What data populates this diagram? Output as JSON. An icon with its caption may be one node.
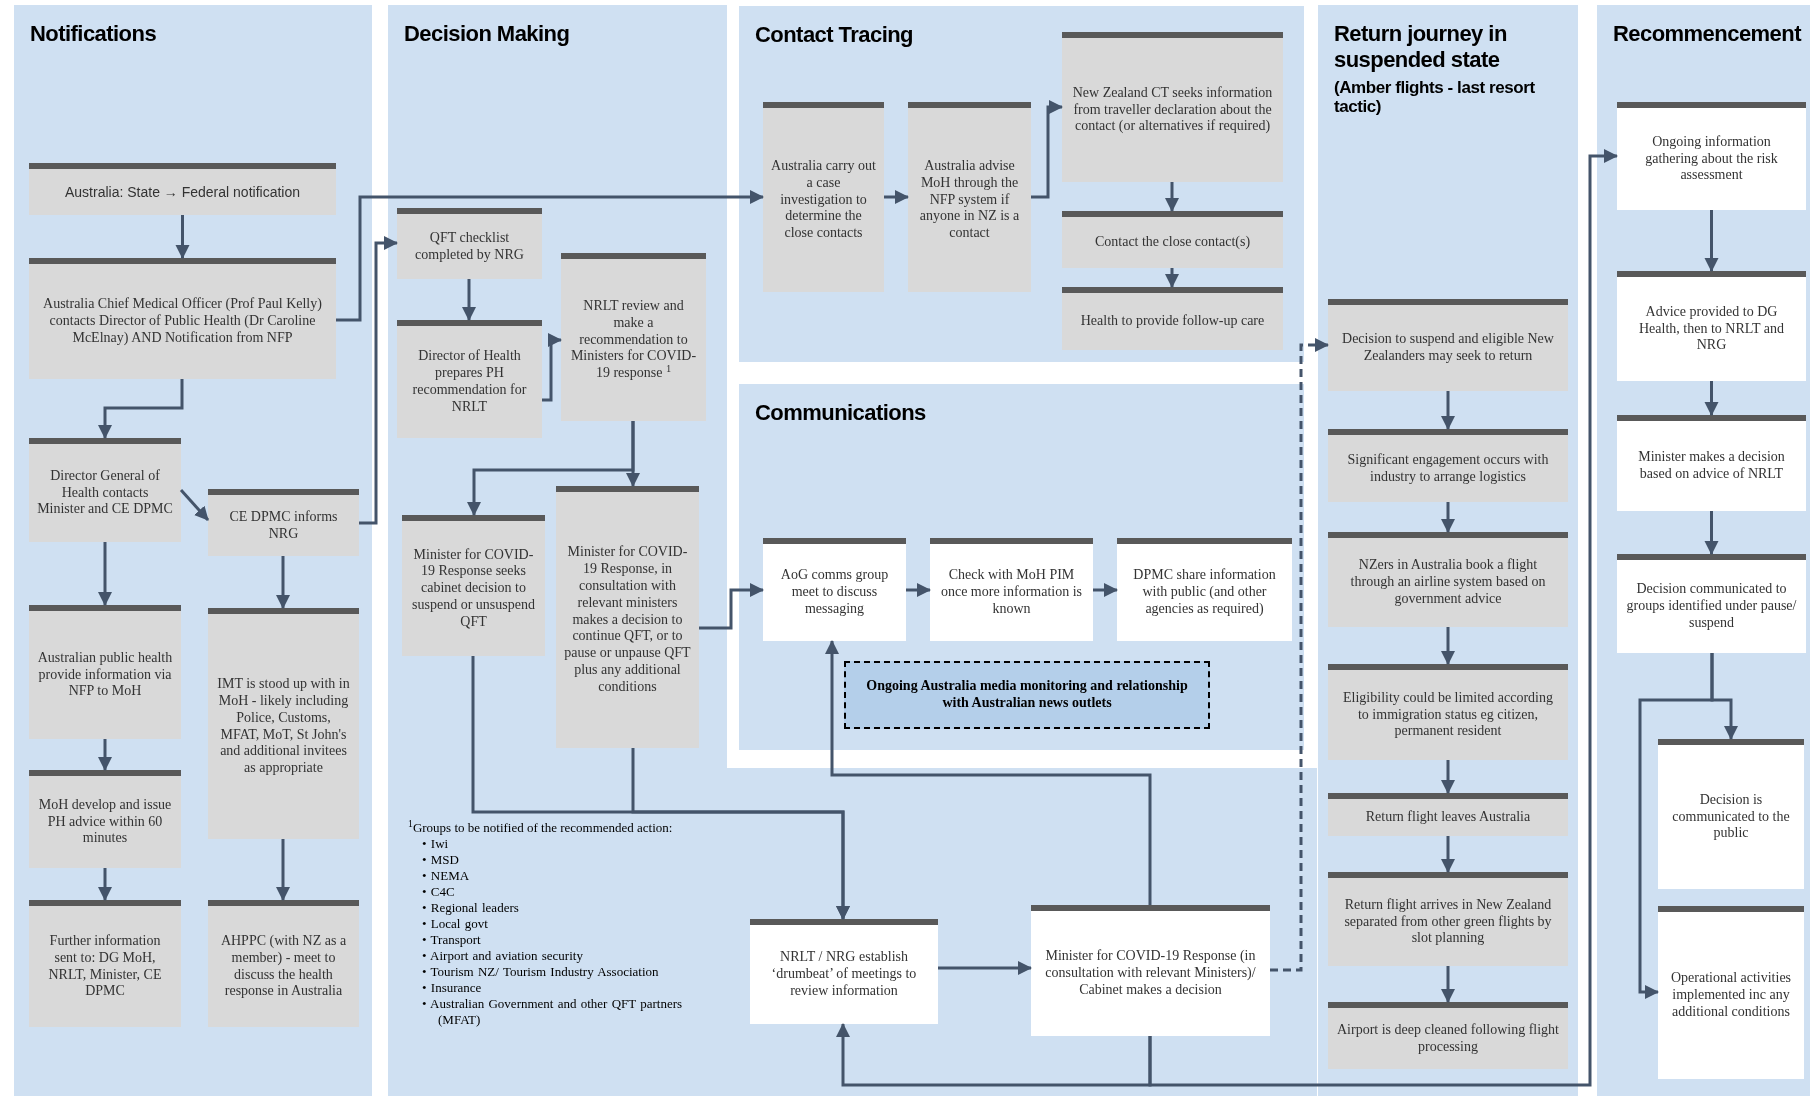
{
  "diagram": {
    "nodes": [
      {
        "text": [
          "Notifications"
        ]
      },
      {
        "text": [
          "Australia: State → Federal notification"
        ],
        "in": 0
      },
      {
        "text": [
          "Australia Chief Medical Officer (Prof Paul Kelly) contacts Director of Public Health (Dr Caroline McElnay) AND Notification from NFP"
        ],
        "in": 0
      },
      {
        "text": [
          "Director General of Health contacts Minister and CE DPMC"
        ],
        "in": 0
      },
      {
        "text": [
          "CE DPMC informs NRG"
        ],
        "in": 0
      },
      {
        "text": [
          "Australian public health provide information via NFP to MoH"
        ],
        "in": 0
      },
      {
        "text": [
          "IMT is stood up with in MoH - likely including Police, Customs, MFAT, MoT, St John's and additional invitees as appropriate"
        ],
        "in": 0
      },
      {
        "text": [
          "MoH develop and issue PH advice within 60 minutes"
        ],
        "in": 0
      },
      {
        "text": [
          "Further information sent to: DG MoH, NRLT, Minister, CE DPMC"
        ],
        "in": 0
      },
      {
        "text": [
          "AHPPC (with NZ as a member) - meet to discuss the health response in Australia"
        ],
        "in": 0
      },
      {
        "text": [
          "Decision Making"
        ]
      },
      {
        "text": [
          "QFT checklist completed by NRG"
        ],
        "in": 10
      },
      {
        "text": [
          "NRLT review and make a recommendation to Ministers for COVID-19 response $^{1}$"
        ],
        "in": 10
      },
      {
        "text": [
          "Director of Health prepares PH recommendation for NRLT"
        ],
        "in": 10
      },
      {
        "text": [
          "Minister for COVID-19 Response seeks cabinet decision to suspend or unsuspend QFT"
        ],
        "in": 10
      },
      {
        "text": [
          "Minister for COVID-19 Response, in consultation with relevant ministers makes a decision to continue QFT, or to pause or unpause QFT plus any additional conditions"
        ],
        "in": 10
      },
      {
        "text": [
          "Contact Tracing"
        ]
      },
      {
        "text": [
          "Australia carry out a case investigation to determine the close contacts"
        ],
        "in": 16
      },
      {
        "text": [
          "Australia advise MoH through the NFP system if anyone in NZ is a contact"
        ],
        "in": 16
      },
      {
        "text": [
          "New Zealand CT seeks information from traveller declaration about the contact (or alternatives if required)"
        ],
        "in": 16
      },
      {
        "text": [
          "Contact the close contact(s)"
        ],
        "in": 16
      },
      {
        "text": [
          "Health to provide follow-up care"
        ],
        "in": 16
      },
      {
        "text": [
          "Communications"
        ]
      },
      {
        "text": [
          "AoG comms group meet to discuss messaging"
        ],
        "in": 22
      },
      {
        "text": [
          "Check with MoH PIM once more information is known"
        ],
        "in": 22
      },
      {
        "text": [
          "DPMC share information with public (and other agencies as required)"
        ],
        "in": 22
      },
      {
        "text": [
          "Ongoing Australia media monitoring and relationship with Australian news outlets"
        ],
        "in": 22
      },
      {
        "text": [
          "NRLT / NRG establish ‘drumbeat’ of meetings to review information"
        ]
      },
      {
        "text": [
          "Minister for COVID-19 Response (in consultation with relevant Ministers)/ Cabinet makes a decision"
        ]
      },
      {
        "text": [
          "Return journey in suspended state",
          "(Amber flights - last resort tactic)"
        ]
      },
      {
        "text": [
          "Decision to suspend and eligible New Zealanders may seek to return"
        ],
        "in": 29
      },
      {
        "text": [
          "Significant engagement occurs with industry to arrange logistics"
        ],
        "in": 29
      },
      {
        "text": [
          "NZers in Australia book a flight through an airline system based on government advice"
        ],
        "in": 29
      },
      {
        "text": [
          "Eligibility could be limited according to immigration status eg citizen, permanent resident"
        ],
        "in": 29
      },
      {
        "text": [
          "Return flight leaves Australia"
        ],
        "in": 29
      },
      {
        "text": [
          "Return flight arrives in New Zealand separated from other green flights by slot planning"
        ],
        "in": 29
      },
      {
        "text": [
          "Airport is deep cleaned following flight processing"
        ],
        "in": 29
      },
      {
        "text": [
          "Recommencement"
        ]
      },
      {
        "text": [
          "Ongoing information gathering about the risk assessment"
        ],
        "in": 37
      },
      {
        "text": [
          "Advice provided to DG Health, then to NRLT and NRG"
        ],
        "in": 37
      },
      {
        "text": [
          "Minister makes a decision based on advice of NRLT"
        ],
        "in": 37
      },
      {
        "text": [
          "Decision communicated to groups identified under pause/ suspend"
        ],
        "in": 37
      },
      {
        "text": [
          "Decision is communicated to the public"
        ],
        "in": 37
      },
      {
        "text": [
          "Operational activities implemented inc any additional conditions"
        ],
        "in": 37
      }
    ],
    "edges": [
      {
        "from": 1,
        "to": 2,
        "arrow": "to"
      },
      {
        "from": 2,
        "to": 17,
        "arrow": "to"
      },
      {
        "from": 2,
        "to": 3,
        "arrow": "to"
      },
      {
        "from": 3,
        "to": 4,
        "arrow": "to"
      },
      {
        "from": 3,
        "to": 5,
        "arrow": "to"
      },
      {
        "from": 4,
        "to": 6,
        "arrow": "to"
      },
      {
        "from": 4,
        "to": 11,
        "arrow": "to"
      },
      {
        "from": 5,
        "to": 7,
        "arrow": "to"
      },
      {
        "from": 7,
        "to": 8,
        "arrow": "to"
      },
      {
        "from": 6,
        "to": 9,
        "arrow": "to"
      },
      {
        "from": 11,
        "to": 13,
        "arrow": "to"
      },
      {
        "from": 13,
        "to": 12,
        "arrow": "to"
      },
      {
        "from": 12,
        "to": 14,
        "arrow": "to"
      },
      {
        "from": 12,
        "to": 15,
        "arrow": "to"
      },
      {
        "from": 14,
        "to": 27,
        "arrow": "to"
      },
      {
        "from": 15,
        "to": 27,
        "arrow": "to"
      },
      {
        "from": 15,
        "to": 23,
        "arrow": "to"
      },
      {
        "from": 17,
        "to": 18,
        "arrow": "to"
      },
      {
        "from": 18,
        "to": 19,
        "arrow": "to"
      },
      {
        "from": 19,
        "to": 20,
        "arrow": "to"
      },
      {
        "from": 20,
        "to": 21,
        "arrow": "to"
      },
      {
        "from": 23,
        "to": 24,
        "arrow": "to"
      },
      {
        "from": 24,
        "to": 25,
        "arrow": "to"
      },
      {
        "from": 28,
        "to": 23,
        "arrow": "to"
      },
      {
        "from": 27,
        "to": 28,
        "arrow": "to"
      },
      {
        "from": 28,
        "to": 30,
        "arrow": "to",
        "style": "dashed"
      },
      {
        "from": 28,
        "to": 27,
        "arrow": "to"
      },
      {
        "from": 28,
        "to": 38,
        "arrow": "to"
      },
      {
        "from": 30,
        "to": 31,
        "arrow": "to"
      },
      {
        "from": 31,
        "to": 32,
        "arrow": "to"
      },
      {
        "from": 32,
        "to": 33,
        "arrow": "to"
      },
      {
        "from": 33,
        "to": 34,
        "arrow": "to"
      },
      {
        "from": 34,
        "to": 35,
        "arrow": "to"
      },
      {
        "from": 35,
        "to": 36,
        "arrow": "to"
      },
      {
        "from": 38,
        "to": 39,
        "arrow": "to"
      },
      {
        "from": 39,
        "to": 40,
        "arrow": "to"
      },
      {
        "from": 40,
        "to": 41,
        "arrow": "to"
      },
      {
        "from": 41,
        "to": 42,
        "arrow": "to"
      },
      {
        "from": 41,
        "to": 43,
        "arrow": "to"
      }
    ],
    "labels": [
      "$^{1}$Groups to be notified of the recommended action:",
      "• Iwi",
      "• MSD",
      "• NEMA",
      "• C4C",
      "• Regional leaders",
      "• Local govt",
      "• Transport",
      "• Airport and aviation security",
      "• Tourism NZ/ Tourism Industry Association",
      "• Insurance",
      "• Australian Government and other QFT partners (MFAT)"
    ]
  }
}
